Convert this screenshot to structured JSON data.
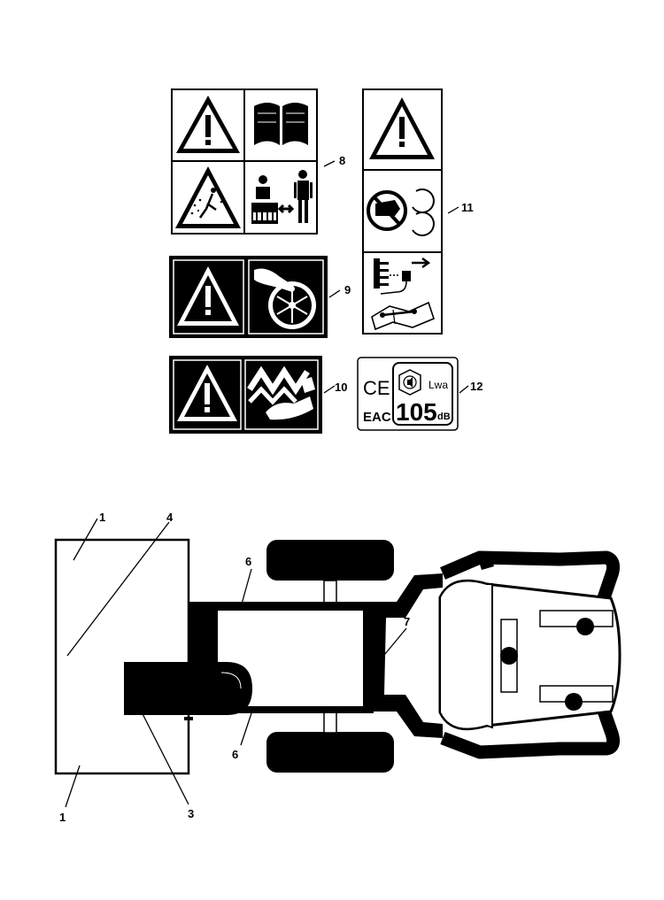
{
  "labels_sheet": {
    "callouts": [
      "8",
      "9",
      "10",
      "11",
      "12"
    ],
    "decal_12": {
      "ce_mark": "CE",
      "eac_mark": "EAC",
      "sound_symbol": "Lwa",
      "sound_value": "105",
      "sound_unit": "dB"
    },
    "icons": [
      "warning-triangle-icon",
      "read-manual-icon",
      "thrown-objects-icon",
      "keep-bystanders-away-icon",
      "impeller-hand-hazard-icon",
      "auger-foot-hazard-icon",
      "no-hands-rotating-parts-icon",
      "disconnect-spark-plug-icon",
      "maintenance-manual-icon",
      "sound-power-icon"
    ]
  },
  "machine_diagram": {
    "callouts": [
      "1",
      "4",
      "6",
      "7",
      "6",
      "1",
      "3"
    ]
  }
}
